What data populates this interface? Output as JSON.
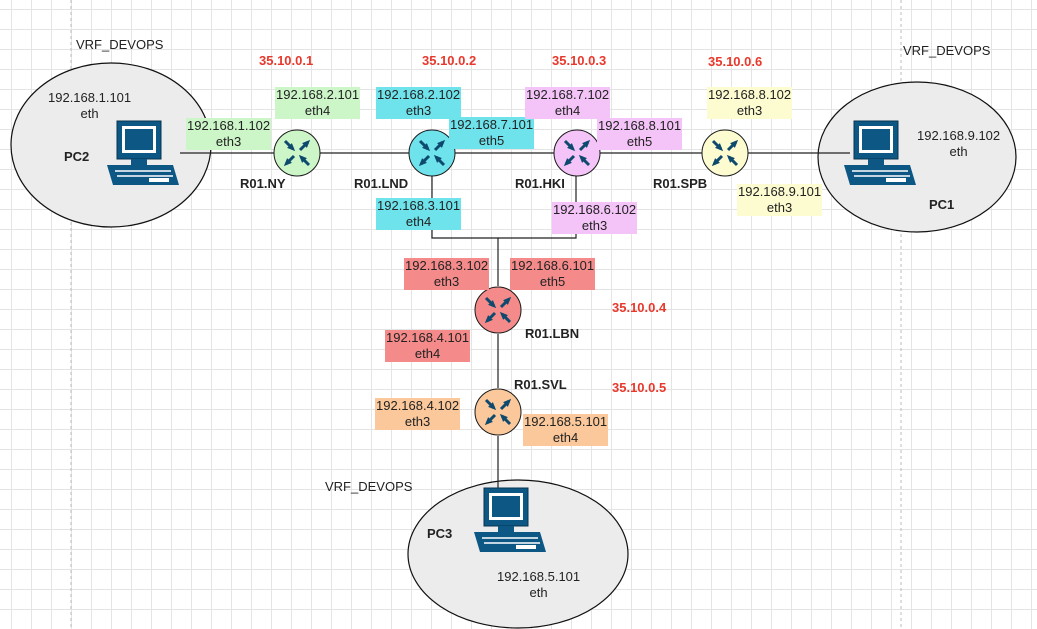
{
  "vrf_labels": [
    "VRF_DEVOPS",
    "VRF_DEVOPS",
    "VRF_DEVOPS"
  ],
  "pcs": [
    {
      "name": "PC2",
      "ip": "192.168.1.101",
      "iface": "eth"
    },
    {
      "name": "PC1",
      "ip": "192.168.9.102",
      "iface": "eth"
    },
    {
      "name": "PC3",
      "ip": "192.168.5.101",
      "iface": "eth"
    }
  ],
  "routers": [
    {
      "name": "R01.NY",
      "loopback": "35.10.0.1",
      "color": "#ccf5c8"
    },
    {
      "name": "R01.LND",
      "loopback": "35.10.0.2",
      "color": "#6fe3ec"
    },
    {
      "name": "R01.HKI",
      "loopback": "35.10.0.3",
      "color": "#f4c3f7"
    },
    {
      "name": "R01.SPB",
      "loopback": "35.10.0.6",
      "color": "#fdfcd0"
    },
    {
      "name": "R01.LBN",
      "loopback": "35.10.0.4",
      "color": "#f48a8a"
    },
    {
      "name": "R01.SVL",
      "loopback": "35.10.0.5",
      "color": "#fac89a"
    }
  ],
  "interfaces": [
    {
      "ip": "192.168.1.102",
      "iface": "eth3",
      "color": "#ccf5c8"
    },
    {
      "ip": "192.168.2.101",
      "iface": "eth4",
      "color": "#ccf5c8"
    },
    {
      "ip": "192.168.2.102",
      "iface": "eth3",
      "color": "#6fe3ec"
    },
    {
      "ip": "192.168.7.101",
      "iface": "eth5",
      "color": "#6fe3ec"
    },
    {
      "ip": "192.168.3.101",
      "iface": "eth4",
      "color": "#6fe3ec"
    },
    {
      "ip": "192.168.7.102",
      "iface": "eth4",
      "color": "#f4c3f7"
    },
    {
      "ip": "192.168.8.101",
      "iface": "eth5",
      "color": "#f4c3f7"
    },
    {
      "ip": "192.168.6.102",
      "iface": "eth3",
      "color": "#f4c3f7"
    },
    {
      "ip": "192.168.8.102",
      "iface": "eth3",
      "color": "#fdfcd0"
    },
    {
      "ip": "192.168.9.101",
      "iface": "eth3",
      "color": "#fdfcd0"
    },
    {
      "ip": "192.168.3.102",
      "iface": "eth3",
      "color": "#f48a8a"
    },
    {
      "ip": "192.168.6.101",
      "iface": "eth5",
      "color": "#f48a8a"
    },
    {
      "ip": "192.168.4.101",
      "iface": "eth4",
      "color": "#f48a8a"
    },
    {
      "ip": "192.168.4.102",
      "iface": "eth3",
      "color": "#fac89a"
    },
    {
      "ip": "192.168.5.101",
      "iface": "eth4",
      "color": "#fac89a"
    }
  ]
}
